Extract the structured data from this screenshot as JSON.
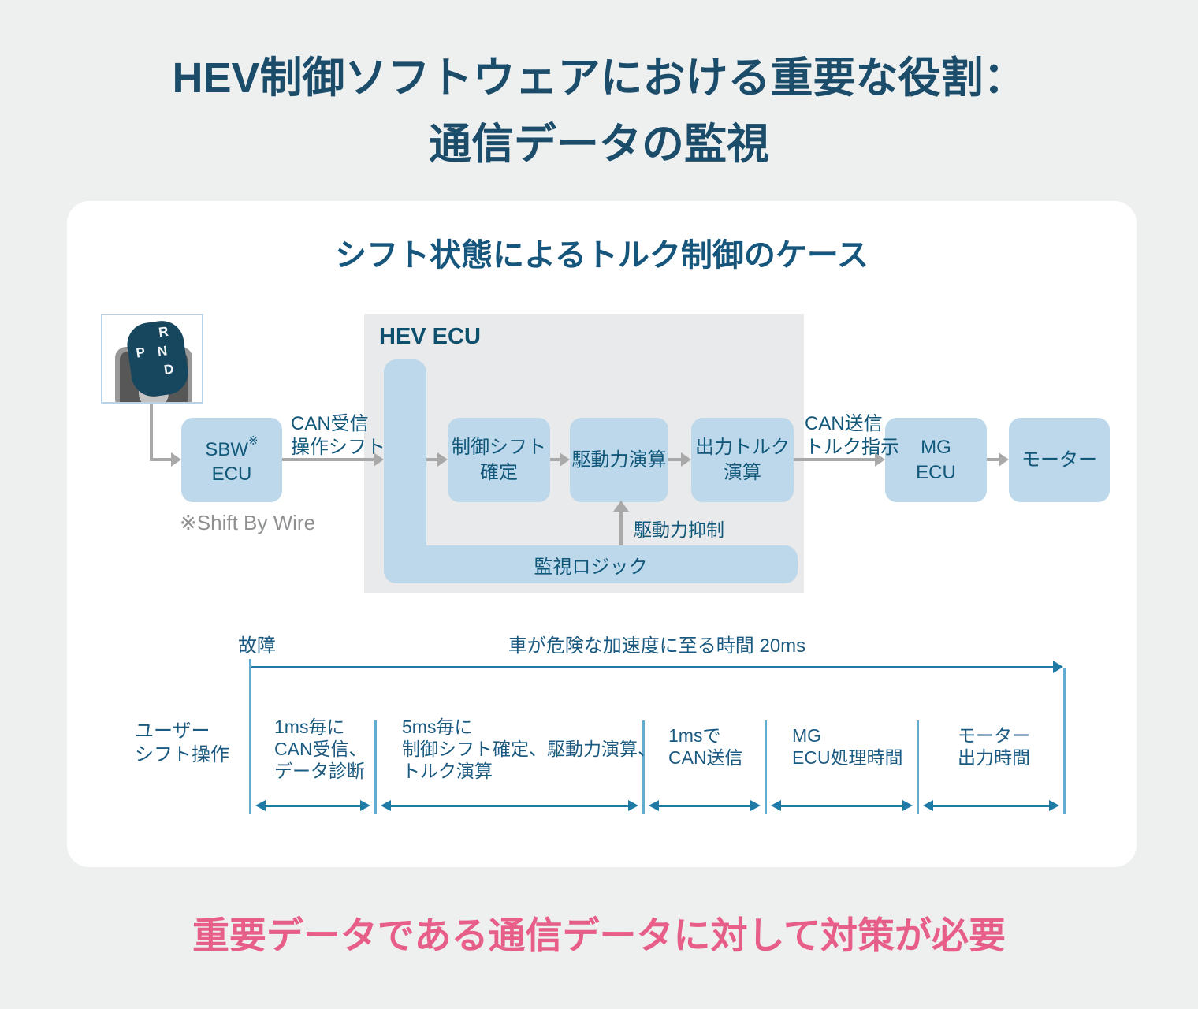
{
  "title": "HEV制御ソフトウェアにおける重要な役割：\n通信データの監視",
  "card": {
    "title": "シフト状態によるトルク制御のケース"
  },
  "shift_lever": {
    "letters": {
      "r": "R",
      "p": "P",
      "n": "N",
      "d": "D"
    }
  },
  "flow": {
    "sbw": {
      "main": "SBW",
      "sup": "※",
      "sub": "ECU"
    },
    "sbw_note": "※Shift By Wire",
    "can_rx_label": "CAN受信\n操作シフト",
    "hev_ecu_title": "HEV ECU",
    "monitor_logic": "監視ロジック",
    "suppression_label": "駆動力抑制",
    "can_tx_label": "CAN送信\nトルク指示",
    "boxes": {
      "control_shift": "制御シフト\n確定",
      "drive_calc": "駆動力演算",
      "torque_calc": "出力トルク\n演算",
      "mg_ecu": "MG\nECU",
      "motor": "モーター"
    }
  },
  "timeline": {
    "fault_label": "故障",
    "total_label": "車が危険な加速度に至る時間 20ms",
    "user_label": "ユーザー\nシフト操作",
    "segments": [
      {
        "label": "1ms毎に\nCAN受信、\nデータ診断"
      },
      {
        "label": "5ms毎に\n制御シフト確定、駆動力演算、\nトルク演算"
      },
      {
        "label": "1msで\nCAN送信"
      },
      {
        "label": "MG\nECU処理時間"
      },
      {
        "label": "モーター\n出力時間"
      }
    ]
  },
  "conclusion": "重要データである通信データに対して対策が必要",
  "colors": {
    "page_bg": "#eef0f0",
    "card_bg": "#ffffff",
    "title_text": "#1b4c6a",
    "diagram_box_fill": "#bcd8ea",
    "diagram_box_text": "#10577a",
    "panel_bg": "#e9eaeb",
    "gray_arrow": "#a9a9a9",
    "gray_note": "#8e9092",
    "timeline_line": "#1f7ba6",
    "timeline_divider": "#62abd1",
    "timeline_text": "#1b5a80",
    "conclusion_text": "#e75f88",
    "shift_knob": "#17465f",
    "shift_border": "#b8d3e7"
  }
}
